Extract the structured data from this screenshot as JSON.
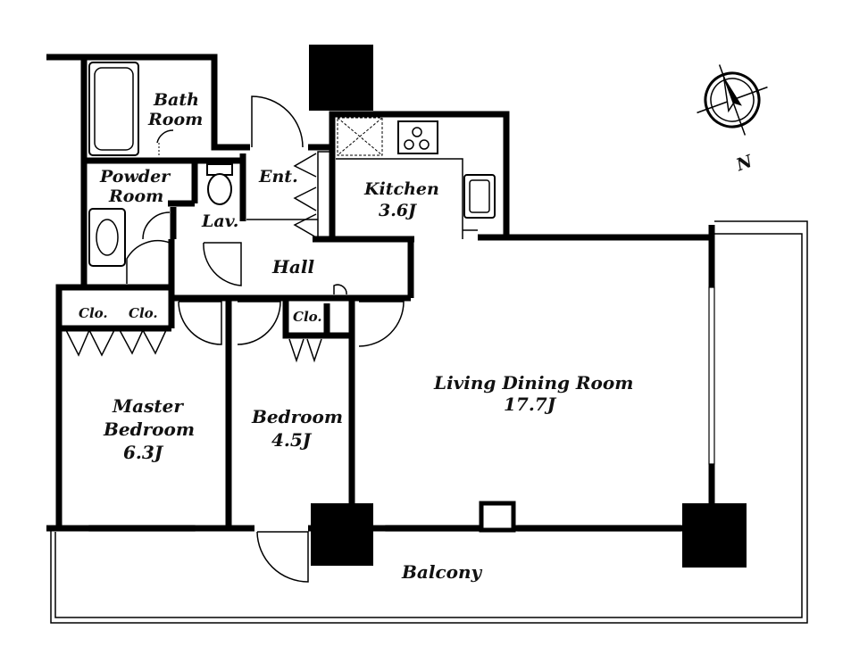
{
  "rooms": {
    "bath_room": [
      "Bath",
      "Room"
    ],
    "powder_room": [
      "Powder",
      "Room"
    ],
    "lav": "Lav.",
    "entrance": "Ent.",
    "kitchen": [
      "Kitchen",
      "3.6J"
    ],
    "hall": "Hall",
    "closet_1": "Clo.",
    "closet_2": "Clo.",
    "closet_3": "Clo.",
    "living_dining_room": [
      "Living Dining Room",
      "17.7J"
    ],
    "master_bedroom": [
      "Master",
      "Bedroom",
      "6.3J"
    ],
    "bedroom": [
      "Bedroom",
      "4.5J"
    ],
    "balcony": "Balcony"
  },
  "compass": {
    "label": "N",
    "icon": "north-compass-icon"
  },
  "colors": {
    "wall": "#000000",
    "background": "#ffffff",
    "text": "#111111"
  }
}
